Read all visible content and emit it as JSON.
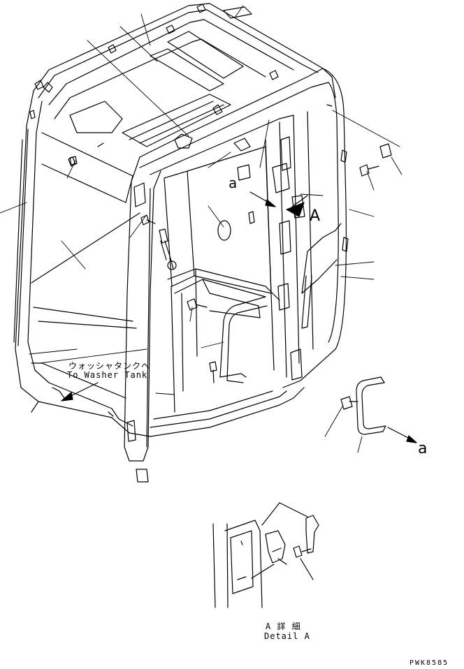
{
  "labels": {
    "washer_jp": "ウォッシャタンクへ",
    "washer_en": "To Washer Tank",
    "detail_jp": "A 詳 細",
    "detail_en": "Detail A",
    "marker_a_left": "a",
    "marker_a_right": "a",
    "marker_A": "A",
    "code": "PWK8585"
  }
}
